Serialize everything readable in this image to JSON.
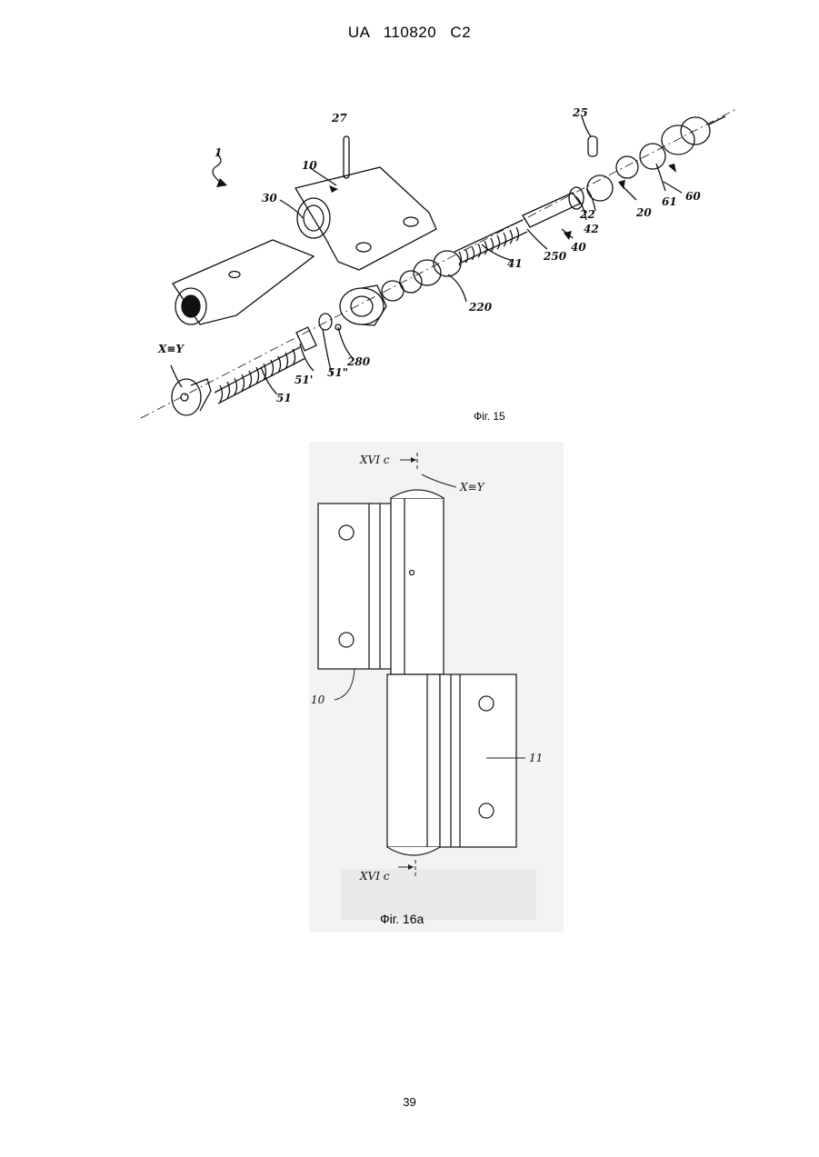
{
  "header": {
    "patent": "UA   110820   C2"
  },
  "figure15": {
    "caption": "Фіг. 15",
    "labels": {
      "l1": "1",
      "l10": "10",
      "l27": "27",
      "l30": "30",
      "l25": "25",
      "l60": "60",
      "l61": "61",
      "l20": "20",
      "l22": "22",
      "l42": "42",
      "l40": "40",
      "l250": "250",
      "l41": "41",
      "l220": "220",
      "l280": "280",
      "l51pp": "51\"",
      "l51p": "51'",
      "l51": "51",
      "axis": "X≡Y"
    }
  },
  "figure16a": {
    "caption": "Фіг. 16а",
    "labels": {
      "sectionTop": "XVI c",
      "axis": "X≡Y",
      "l10": "10",
      "l11": "11",
      "sectionBottom": "XVI c"
    }
  },
  "footer": {
    "page": "39"
  }
}
